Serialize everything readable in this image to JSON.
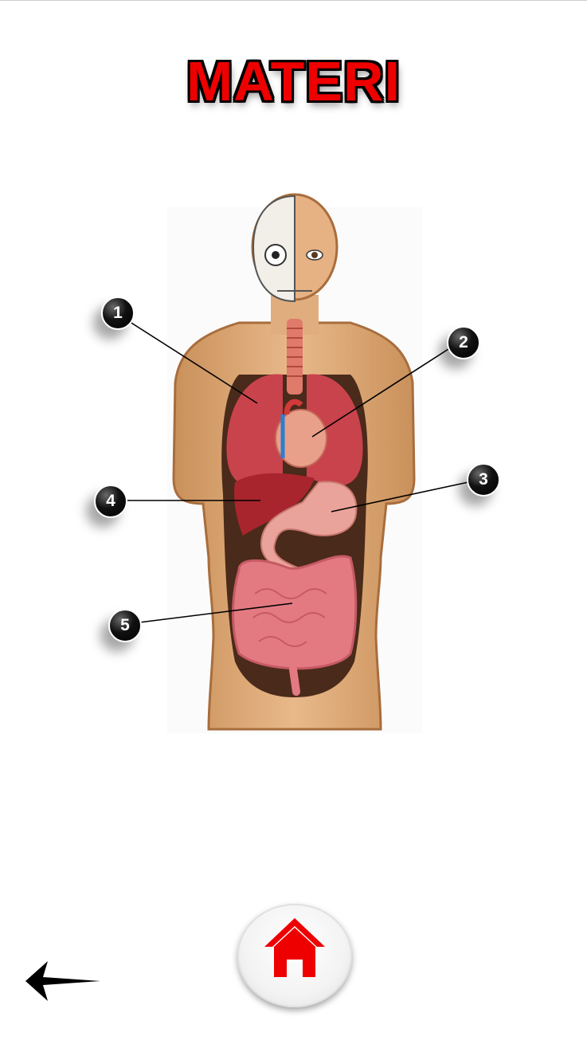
{
  "header": {
    "title": "MATERI"
  },
  "markers": [
    {
      "label": "1",
      "organ": "lungs"
    },
    {
      "label": "2",
      "organ": "heart"
    },
    {
      "label": "3",
      "organ": "stomach"
    },
    {
      "label": "4",
      "organ": "liver"
    },
    {
      "label": "5",
      "organ": "intestines"
    }
  ],
  "nav": {
    "home_icon": "home-icon",
    "back_icon": "back-arrow-icon"
  },
  "colors": {
    "title": "#ee0000",
    "home_icon": "#ee0000",
    "marker": "#000000"
  }
}
